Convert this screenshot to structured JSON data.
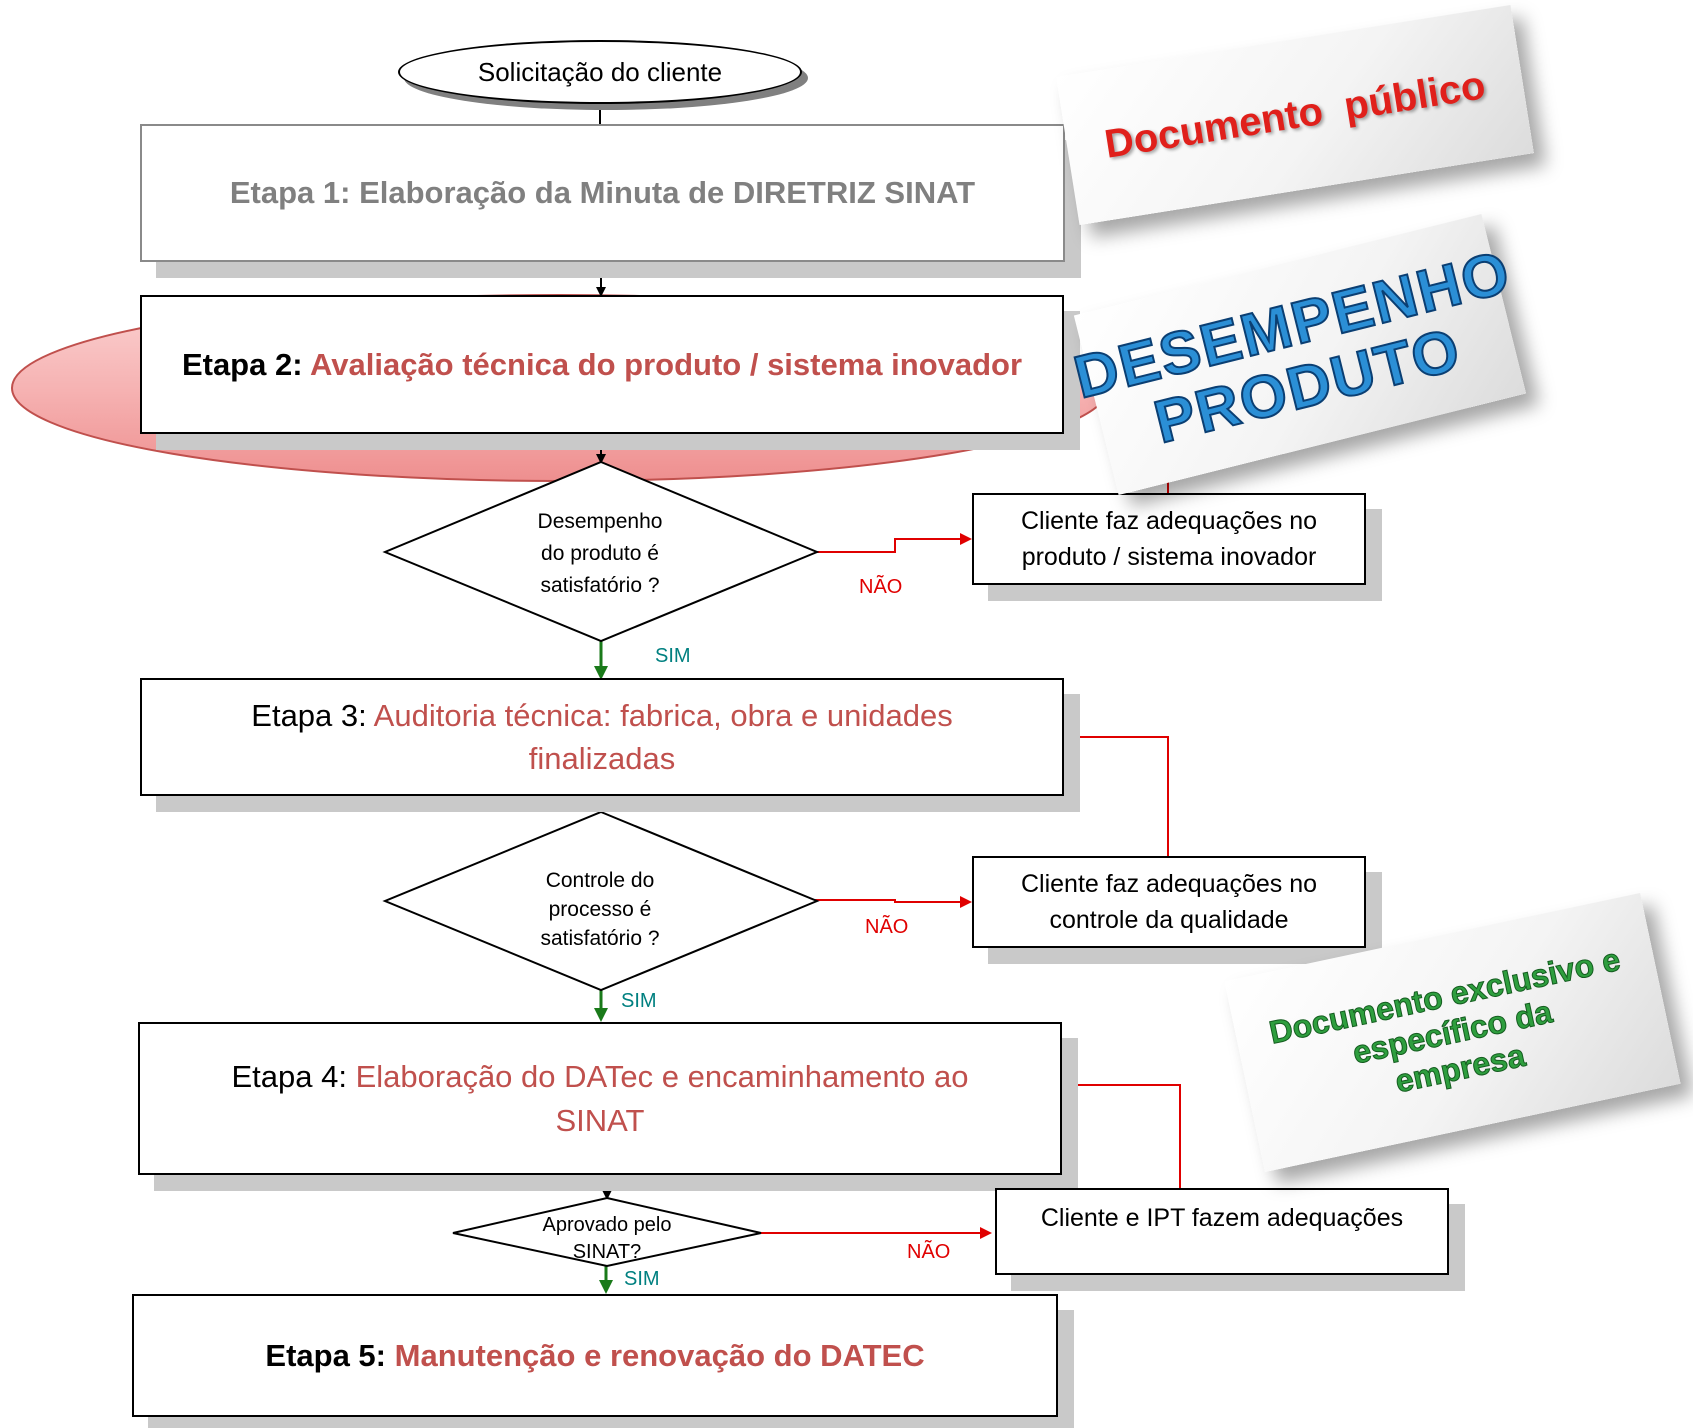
{
  "start": {
    "label": "Solicitação do cliente"
  },
  "stages": {
    "s1": {
      "title": "Etapa 1: Elaboração da Minuta de DIRETRIZ SINAT"
    },
    "s2": {
      "prefix": "Etapa 2:",
      "title": "Avaliação técnica do produto / sistema inovador"
    },
    "s3": {
      "prefix": "Etapa 3:",
      "title": "Auditoria técnica: fabrica, obra e unidades finalizadas"
    },
    "s4": {
      "prefix": "Etapa 4:",
      "title": "Elaboração do DATec e encaminhamento ao SINAT"
    },
    "s5": {
      "prefix": "Etapa 5:",
      "title": "Manutenção e renovação do DATEC"
    }
  },
  "decisions": {
    "d1": {
      "line1": "Desempenho",
      "line2": "do produto é",
      "line3": "satisfatório ?"
    },
    "d2": {
      "line1": "Controle do",
      "line2": "processo é",
      "line3": "satisfatório ?"
    },
    "d3": {
      "line1": "Aprovado pelo",
      "line2": "SINAT?"
    }
  },
  "fixes": {
    "f1": {
      "line1": "Cliente faz adequações no",
      "line2": "produto / sistema inovador"
    },
    "f2": {
      "line1": "Cliente faz adequações no",
      "line2": "controle da qualidade"
    },
    "f3": {
      "label": "Cliente e IPT  fazem  adequações"
    }
  },
  "edges": {
    "no": "NÃO",
    "yes": "SIM"
  },
  "stamps": {
    "public": "Documento  público",
    "performance_line1": "DESEMPENHO",
    "performance_line2": "PRODUTO",
    "exclusive_line1": "Documento exclusivo e",
    "exclusive_line2": "específico da",
    "exclusive_line3": "empresa"
  },
  "colors": {
    "no_arrow": "#e00000",
    "yes_arrow": "#1a7a1a",
    "stage_accent": "#c0504d",
    "highlight": "#f5a3a3",
    "stamp_red": "#e0201b",
    "stamp_blue": "#2b8fd6",
    "stamp_green": "#2e9e3e"
  }
}
